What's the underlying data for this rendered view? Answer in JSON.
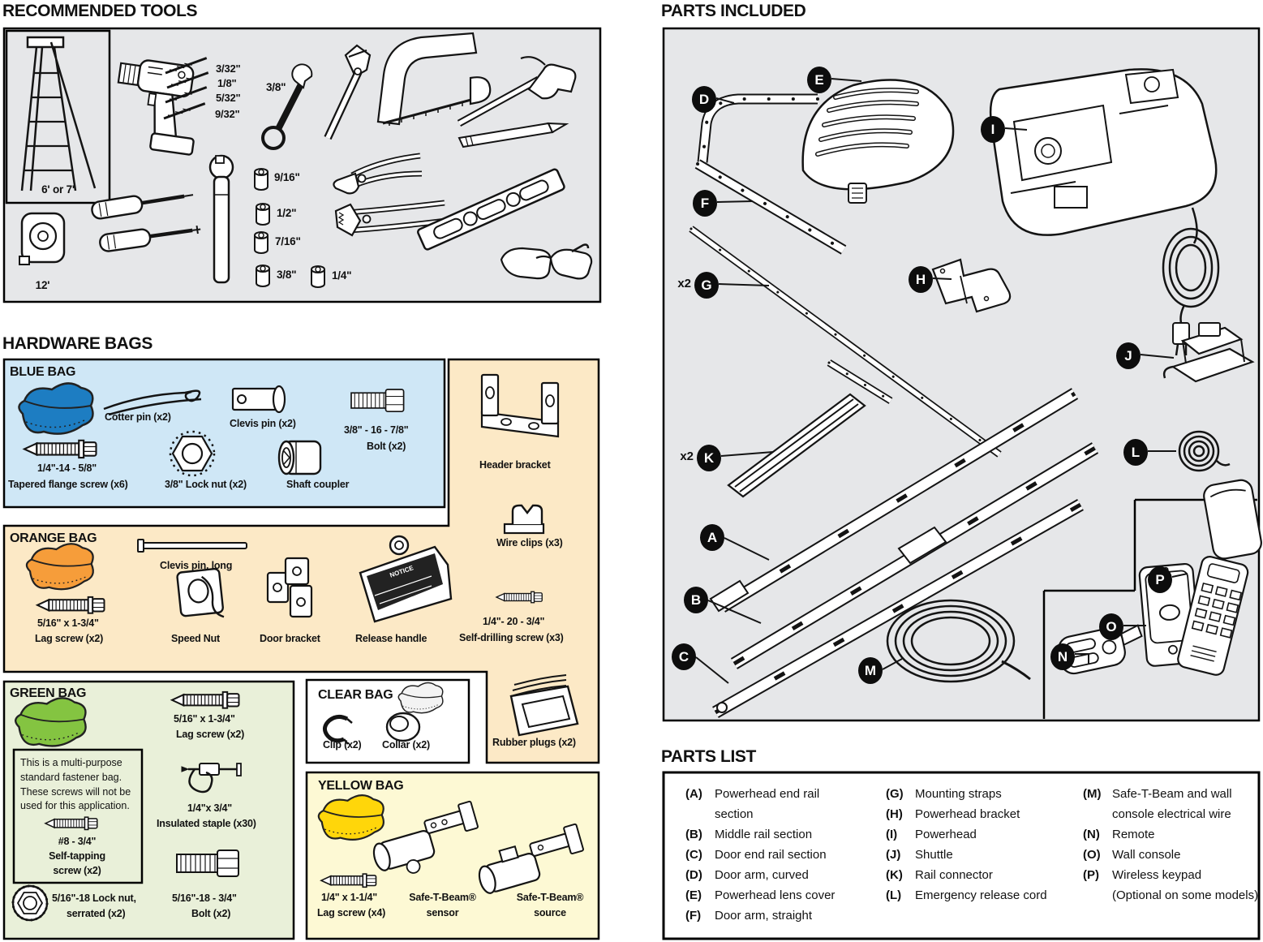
{
  "colors": {
    "panel_gray": "#e6e7e9",
    "blue_panel": "#cfe7f6",
    "orange_panel": "#fce9c6",
    "green_panel": "#e9f0d9",
    "yellow_panel": "#fdf9d4",
    "white": "#ffffff",
    "bag_blue": "#1d7dc2",
    "bag_orange": "#f69d3a",
    "bag_green": "#84c441",
    "bag_yellow": "#ffd60a",
    "clear_bag": "#f3f3f3"
  },
  "headings": {
    "tools": "RECOMMENDED TOOLS",
    "hardware": "HARDWARE BAGS",
    "parts_included": "PARTS INCLUDED",
    "parts_list": "PARTS LIST"
  },
  "tools": {
    "ladder_size": "6' or 7'",
    "tape_size": "12'",
    "drill_bits": [
      "3/32\"",
      "1/8\"",
      "5/32\"",
      "9/32\""
    ],
    "wrench_size": "3/8\"",
    "socket_sizes": [
      "9/16\"",
      "1/2\"",
      "7/16\"",
      "3/8\"",
      "1/4\""
    ]
  },
  "bags": {
    "blue": {
      "title": "BLUE BAG",
      "cotter_pin": "Cotter pin (x2)",
      "clevis_pin": "Clevis pin (x2)",
      "bolt_line1": "3/8\" - 16 - 7/8\"",
      "bolt_line2": "Bolt (x2)",
      "flange_line1": "1/4\"-14 - 5/8\"",
      "flange_line2": "Tapered flange screw (x6)",
      "lock_nut": "3/8\"  Lock nut (x2)",
      "shaft_coupler": "Shaft coupler"
    },
    "orange": {
      "title": "ORANGE BAG",
      "lag_line1": "5/16\" x 1-3/4\"",
      "lag_line2": "Lag screw (x2)",
      "clevis_long": "Clevis pin, long",
      "speed_nut": "Speed Nut",
      "door_bracket": "Door bracket",
      "release_handle": "Release handle",
      "release_text": "NOTICE",
      "header_bracket": "Header bracket",
      "wire_clips": "Wire clips (x3)",
      "selfdrill_line1": "1/4\"- 20 - 3/4\"",
      "selfdrill_line2": "Self-drilling screw (x3)",
      "rubber_plugs": "Rubber plugs (x2)"
    },
    "green": {
      "title": "GREEN BAG",
      "note": "This is a multi-purpose standard fastener bag. These screws will not be used for this application.",
      "selftap_line1": "#8 - 3/4\"",
      "selftap_line2": "Self-tapping",
      "selftap_line3": "screw (x2)",
      "lag_line1": "5/16\" x 1-3/4\"",
      "lag_line2": "Lag screw (x2)",
      "staple_line1": "1/4\"x 3/4\"",
      "staple_line2": "Insulated staple (x30)",
      "locknut_line1": "5/16\"-18  Lock nut,",
      "locknut_line2": "serrated (x2)",
      "bolt_line1": "5/16\"-18 - 3/4\"",
      "bolt_line2": "Bolt (x2)"
    },
    "clear": {
      "title": "CLEAR BAG",
      "clip": "Clip (x2)",
      "collar": "Collar (x2)"
    },
    "yellow": {
      "title": "YELLOW BAG",
      "lag_line1": "1/4\" x 1-1/4\"",
      "lag_line2": "Lag screw (x4)",
      "sensor_line1": "Safe-T-Beam®",
      "sensor_line2": "sensor",
      "source_line1": "Safe-T-Beam®",
      "source_line2": "source"
    }
  },
  "parts_included": {
    "x2": "x2",
    "badges": {
      "a": "A",
      "b": "B",
      "c": "C",
      "d": "D",
      "e": "E",
      "f": "F",
      "g": "G",
      "h": "H",
      "i": "I",
      "j": "J",
      "k": "K",
      "l": "L",
      "m": "M",
      "n": "N",
      "o": "O",
      "p": "P"
    }
  },
  "parts_list": {
    "col1": [
      {
        "k": "(A)",
        "t": "Powerhead end rail",
        "t2": "section"
      },
      {
        "k": "(B)",
        "t": "Middle rail section"
      },
      {
        "k": "(C)",
        "t": "Door end rail section"
      },
      {
        "k": "(D)",
        "t": "Door arm, curved"
      },
      {
        "k": "(E)",
        "t": "Powerhead lens cover"
      },
      {
        "k": "(F)",
        "t": "Door arm, straight"
      }
    ],
    "col2": [
      {
        "k": "(G)",
        "t": "Mounting straps"
      },
      {
        "k": "(H)",
        "t": "Powerhead bracket"
      },
      {
        "k": "(I)",
        "t": "Powerhead"
      },
      {
        "k": "(J)",
        "t": "Shuttle"
      },
      {
        "k": "(K)",
        "t": "Rail connector"
      },
      {
        "k": "(L)",
        "t": "Emergency release cord"
      }
    ],
    "col3": [
      {
        "k": "(M)",
        "t": "Safe-T-Beam and wall",
        "t2": "console electrical wire"
      },
      {
        "k": "(N)",
        "t": "Remote"
      },
      {
        "k": "(O)",
        "t": "Wall console"
      },
      {
        "k": "(P)",
        "t": "Wireless keypad"
      }
    ],
    "note": "(Optional on some models)"
  }
}
